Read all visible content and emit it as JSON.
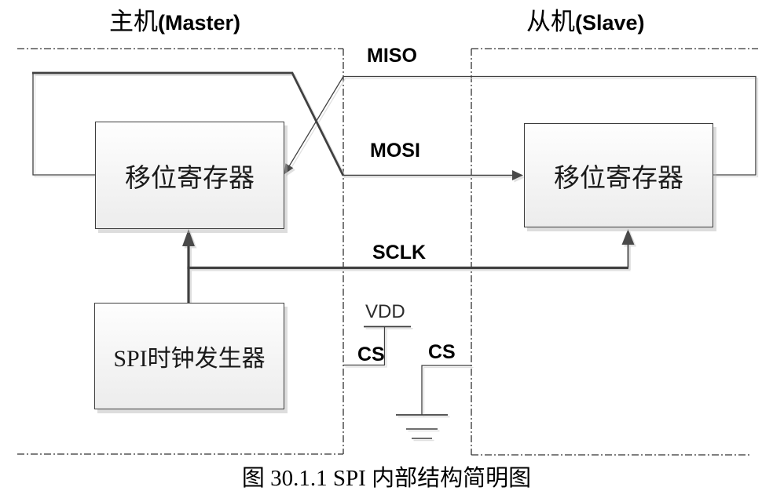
{
  "figure": {
    "caption": "图 30.1.1 SPI 内部结构简明图",
    "master": {
      "title_cn": "主机",
      "title_en": "(Master)",
      "shift_register": "移位寄存器",
      "clock_generator": "SPI时钟发生器",
      "cs": "CS",
      "vdd": "VDD"
    },
    "slave": {
      "title_cn": "从机",
      "title_en": "(Slave)",
      "shift_register": "移位寄存器",
      "cs": "CS"
    },
    "signals": {
      "miso": "MISO",
      "mosi": "MOSI",
      "sclk": "SCLK"
    },
    "colors": {
      "line": "#3f3f3f",
      "arrow": "#4a4a4a",
      "box_border": "#3d3d3d",
      "box_fill_top": "#fefefe",
      "box_fill_bottom": "#ececec",
      "shadow": "#d8d8d8",
      "text": "#000000"
    }
  }
}
